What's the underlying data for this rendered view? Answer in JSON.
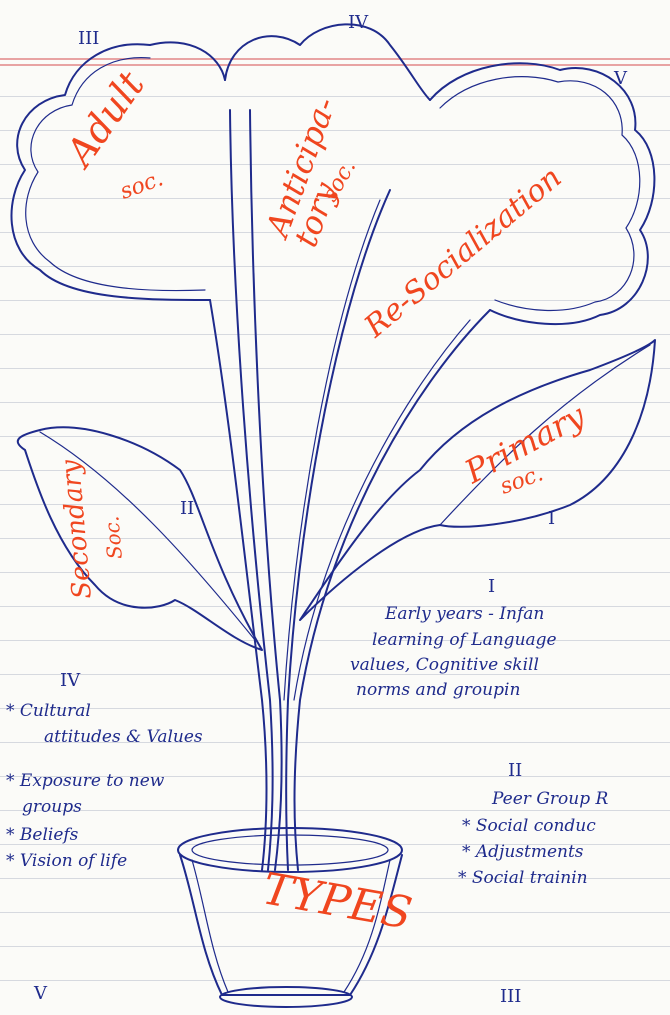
{
  "tree": {
    "leaves": [
      {
        "id": "adult",
        "numeral": "III",
        "label": "Adult",
        "sub": "soc."
      },
      {
        "id": "anticipatory",
        "numeral": "IV",
        "label": "Anticipa-\ntory",
        "sub": "soc."
      },
      {
        "id": "resocialization",
        "numeral": "V",
        "label": "Re-Socialization",
        "sub": ""
      },
      {
        "id": "primary",
        "numeral": "I",
        "label": "Primary",
        "sub": "soc."
      },
      {
        "id": "secondary",
        "numeral": "II",
        "label": "Secondary",
        "sub": "Soc."
      }
    ],
    "pot_label": "TYPES"
  },
  "notes": {
    "primary": {
      "numeral": "I",
      "lines": [
        "Early years - Infan",
        "learning of Language",
        "values, Cognitive skill",
        "norms and groupin"
      ]
    },
    "secondary": {
      "numeral": "II",
      "lines": [
        "Peer Group R",
        "* Social conduc",
        "* Adjustments",
        "* Social trainin"
      ]
    },
    "anticipatory": {
      "numeral": "IV",
      "lines": [
        "* Cultural",
        "attitudes & Values",
        "* Exposure to new",
        "groups",
        "* Beliefs",
        "* Vision of life"
      ]
    },
    "bottom_left_numeral": "V",
    "bottom_right_numeral": "III"
  },
  "colors": {
    "ink": "#1f2b8c",
    "highlight": "#f0461f",
    "margin": "#e8a3a3"
  }
}
